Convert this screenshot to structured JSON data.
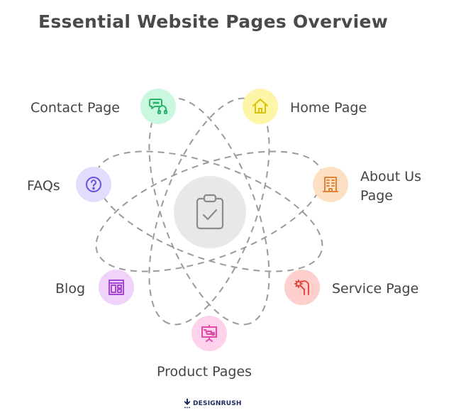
{
  "title": "Essential Website Pages Overview",
  "center": {
    "icon": "clipboard-check-icon",
    "bg": "#e8e8e8"
  },
  "nodes": [
    {
      "label": "Contact Page",
      "icon": "chat-headset-icon",
      "bg": "#c9f7df",
      "fg": "#27b56a"
    },
    {
      "label": "Home Page",
      "icon": "home-icon",
      "bg": "#fdf5a8",
      "fg": "#d8c20a"
    },
    {
      "label_line1": "About Us",
      "label_line2": "Page",
      "icon": "building-icon",
      "bg": "#fde0c4",
      "fg": "#e0843a"
    },
    {
      "label": "Service Page",
      "icon": "gear-hand-icon",
      "bg": "#fdd0cd",
      "fg": "#e2463e"
    },
    {
      "label": "Product Pages",
      "icon": "cart-presentation-icon",
      "bg": "#fcd3ea",
      "fg": "#e04aa6"
    },
    {
      "label": "Blog",
      "icon": "browser-layout-icon",
      "bg": "#efd3fb",
      "fg": "#a645d6"
    },
    {
      "label": "FAQs",
      "icon": "question-circle-icon",
      "bg": "#e4dcfd",
      "fg": "#6a52e0"
    }
  ],
  "brand": {
    "name": "DESIGNRUSH"
  }
}
